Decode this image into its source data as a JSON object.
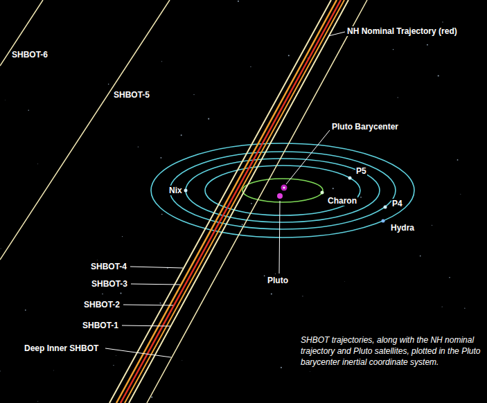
{
  "diagram": {
    "caption": "SHBOT trajectories, along with the NH nominal trajectory and Pluto satellites, plotted in the Pluto barycenter inertial coordinate system.",
    "labels": [
      "SHBOT-6",
      "SHBOT-5",
      "NH Nominal Trajectory (red)",
      "Pluto Barycenter",
      "Nix",
      "P5",
      "Charon",
      "P4",
      "Hydra",
      "Pluto",
      "SHBOT-4",
      "SHBOT-3",
      "SHBOT-2",
      "SHBOT-1",
      "Deep Inner SHBOT"
    ]
  }
}
